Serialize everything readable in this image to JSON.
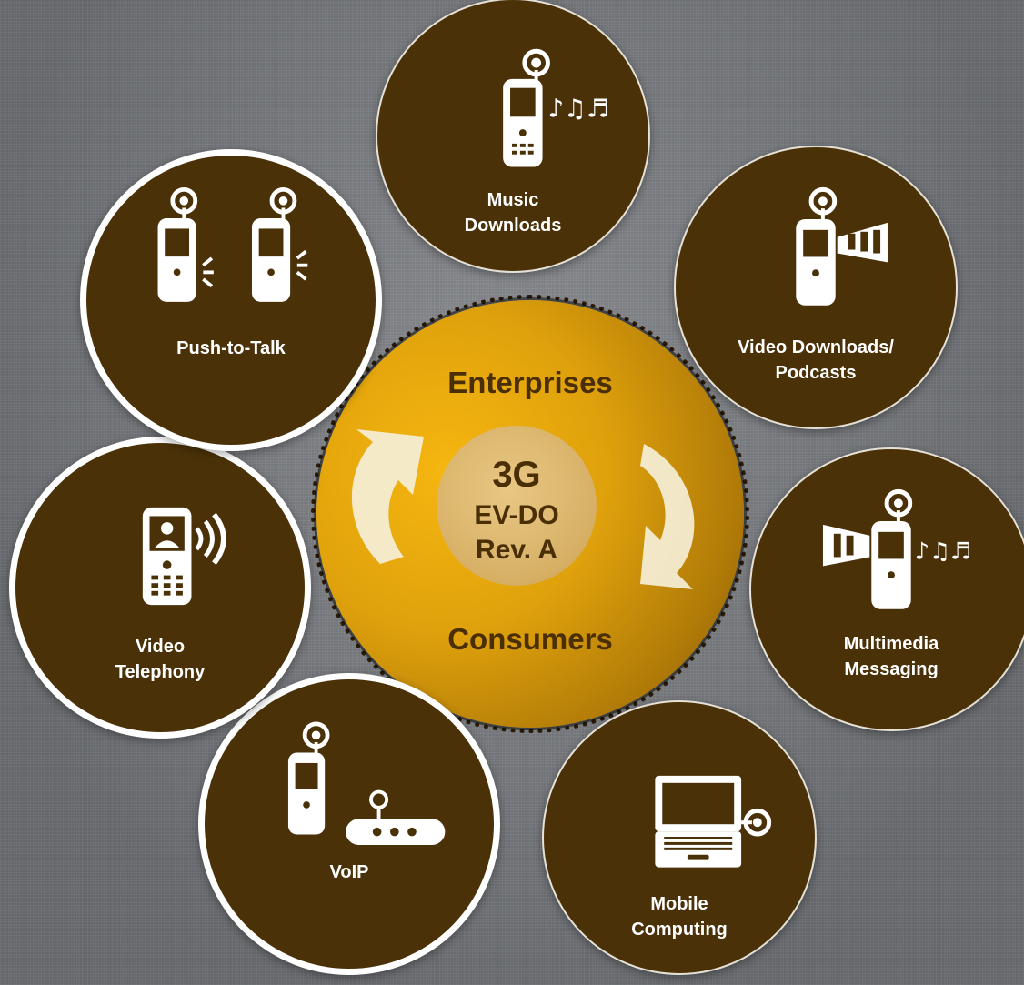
{
  "hub": {
    "top_label": "Enterprises",
    "bottom_label": "Consumers",
    "core_line1": "3G",
    "core_line2": "EV-DO",
    "core_line3": "Rev. A"
  },
  "services": [
    {
      "id": "music",
      "line1": "Music",
      "line2": "Downloads",
      "icon": "phone-music-icon"
    },
    {
      "id": "video",
      "line1": "Video Downloads/",
      "line2": "Podcasts",
      "icon": "phone-video-icon"
    },
    {
      "id": "mms",
      "line1": "Multimedia",
      "line2": "Messaging",
      "icon": "phone-multimedia-icon"
    },
    {
      "id": "mobile",
      "line1": "Mobile",
      "line2": "Computing",
      "icon": "laptop-icon"
    },
    {
      "id": "voip",
      "line1": "VoIP",
      "line2": "",
      "icon": "phone-router-icon"
    },
    {
      "id": "vt",
      "line1": "Video",
      "line2": "Telephony",
      "icon": "video-phone-icon"
    },
    {
      "id": "ptt",
      "line1": "Push-to-Talk",
      "line2": "",
      "icon": "two-phones-icon"
    }
  ],
  "colors": {
    "node_fill": "#4a3108",
    "hub_gold": "#e0a20c",
    "hub_text": "#4a2f06",
    "arrow": "#f5efd8"
  }
}
